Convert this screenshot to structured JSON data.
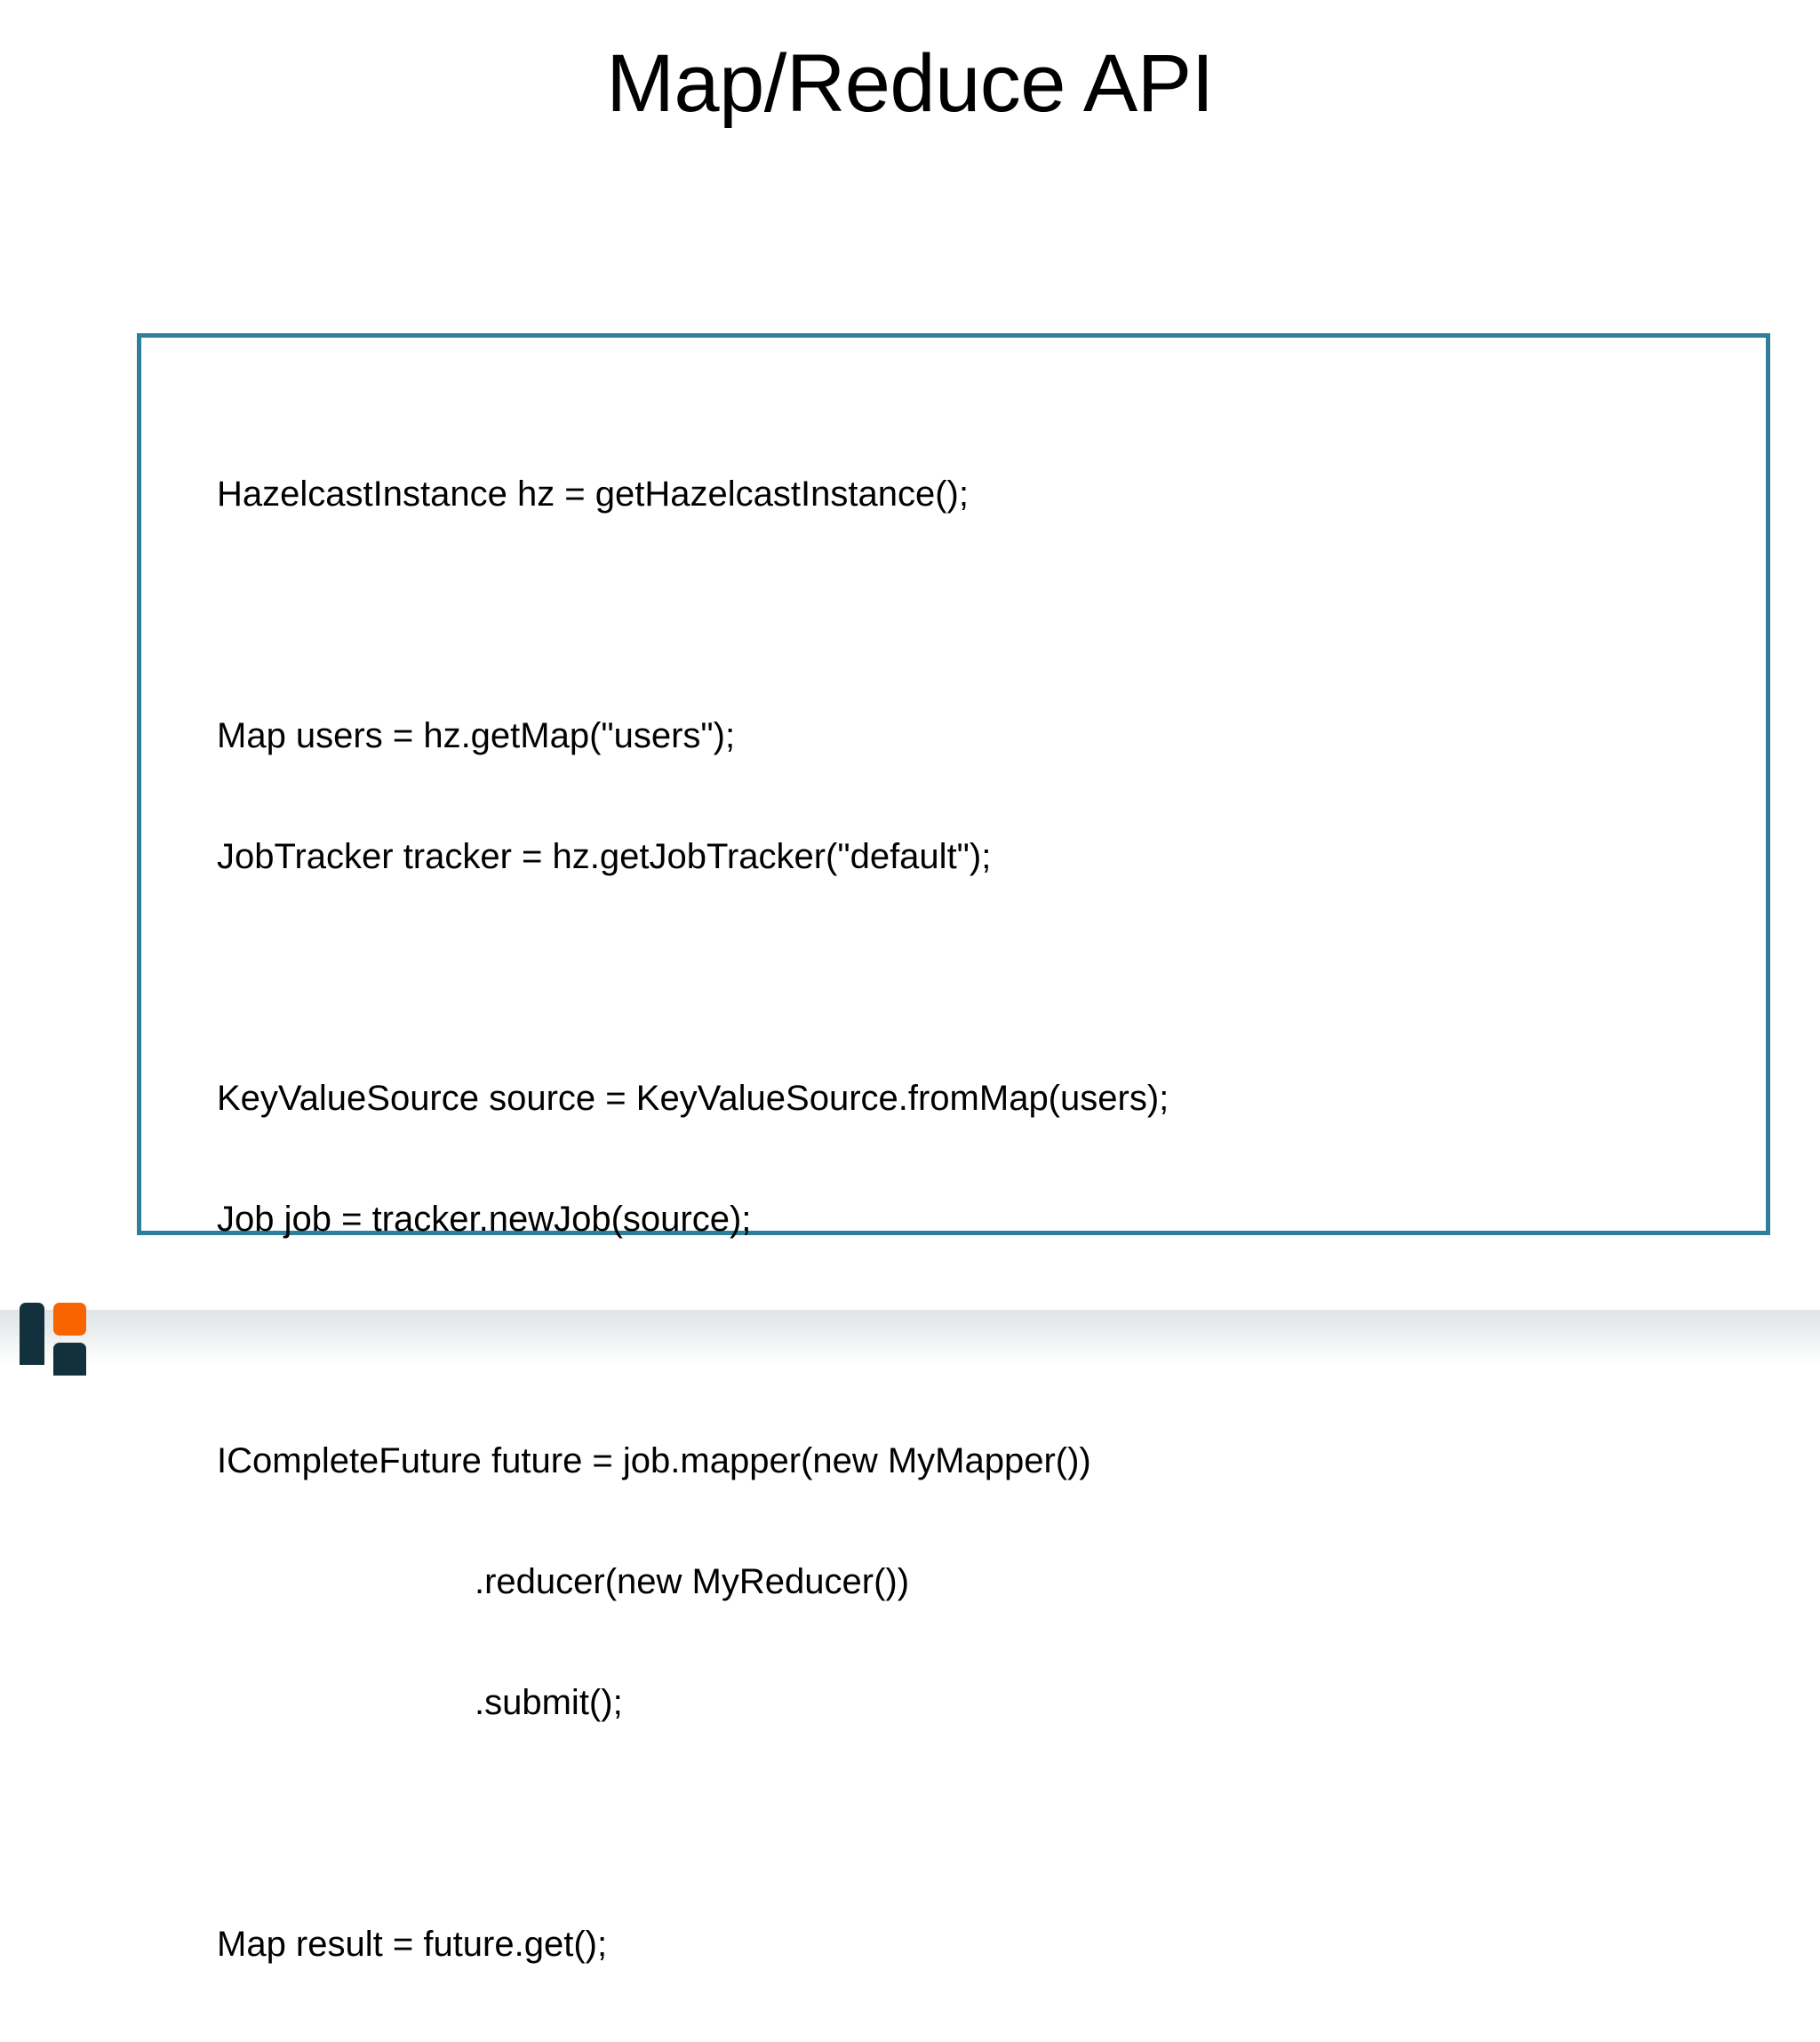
{
  "slide": {
    "title": "Map/Reduce API",
    "background_color": "#ffffff",
    "code_box": {
      "border_color": "#2e7f99",
      "background_color": "#ffffff",
      "lines": [
        "HazelcastInstance hz = getHazelcastInstance();",
        "",
        "Map users = hz.getMap(\"users\");",
        "JobTracker tracker = hz.getJobTracker(\"default\");",
        "",
        "KeyValueSource source = KeyValueSource.fromMap(users);",
        "Job job = tracker.newJob(source);",
        "",
        "ICompleteFuture future = job.mapper(new MyMapper())",
        ".reducer(new MyReducer())",
        ".submit();",
        "",
        "Map result = future.get();"
      ],
      "line_0": "HazelcastInstance hz = getHazelcastInstance();",
      "line_1": "",
      "line_2": "Map users = hz.getMap(\"users\");",
      "line_3": "JobTracker tracker = hz.getJobTracker(\"default\");",
      "line_4": "",
      "line_5": "KeyValueSource source = KeyValueSource.fromMap(users);",
      "line_6": "Job job = tracker.newJob(source);",
      "line_7": "",
      "line_8": "ICompleteFuture future = job.mapper(new MyMapper())",
      "line_9": ".reducer(new MyReducer())",
      "line_10": ".submit();",
      "line_11": "",
      "line_12": "Map result = future.get();"
    }
  },
  "footer": {
    "logo": {
      "name": "hazelcast-logo",
      "orange_color": "#fa6400",
      "dark_color": "#12313c"
    },
    "band_color_top": "#dfe4e6",
    "band_color_bottom": "#ffffff"
  }
}
